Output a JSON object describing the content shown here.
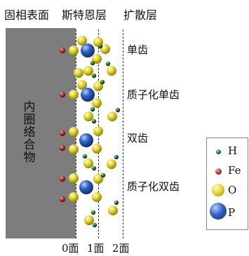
{
  "header": {
    "solid_surface": "固相表面",
    "stern_layer": "斯特恩层",
    "diffuse_layer": "扩散层"
  },
  "solid_label": "内圈络合物",
  "modes": [
    {
      "label": "单齿"
    },
    {
      "label": "质子化单齿"
    },
    {
      "label": "双齿"
    },
    {
      "label": "质子化双齿"
    }
  ],
  "planes": [
    "0面",
    "1面",
    "2面"
  ],
  "legend": [
    {
      "symbol": "H",
      "color": "#1f6b2a"
    },
    {
      "symbol": "Fe",
      "color": "#b52a2a"
    },
    {
      "symbol": "O",
      "color": "#d9cc21"
    },
    {
      "symbol": "P",
      "color": "#2f62c4"
    }
  ],
  "colors": {
    "solid": "#7d7d7d",
    "hydrogen": "#1f6b2a",
    "iron": "#b52a2a",
    "oxygen": "#d9cc21",
    "phosphorus": "#2f62c4"
  }
}
